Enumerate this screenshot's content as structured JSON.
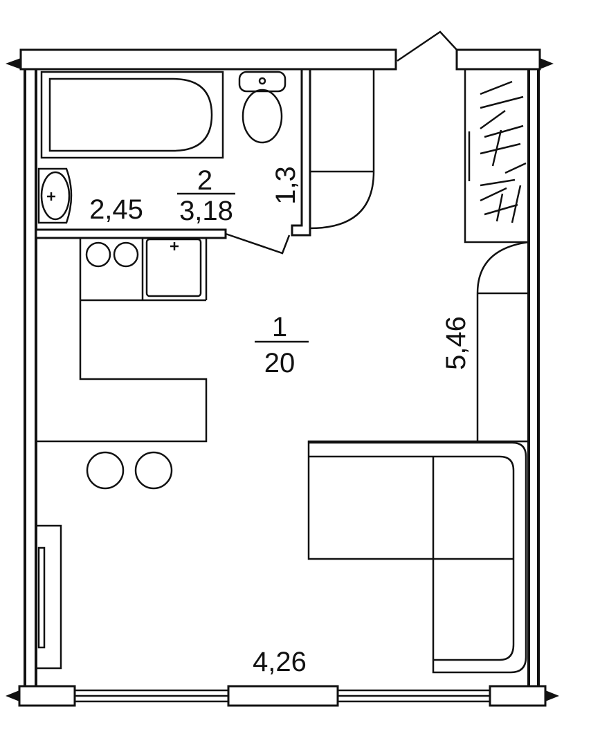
{
  "rooms": [
    {
      "number": "1",
      "area": "20"
    },
    {
      "number": "2",
      "area": "3,18"
    }
  ],
  "dimensions": {
    "bath_width": "2,45",
    "closet_depth": "1,3",
    "right_wall_length": "5,46",
    "bottom_width": "4,26"
  },
  "colors": {
    "line": "#111111",
    "background": "#ffffff"
  }
}
